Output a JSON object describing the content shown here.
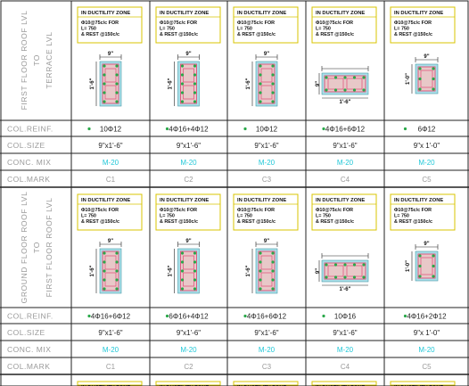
{
  "blocks": [
    {
      "level_label": [
        "FIRST FLOOR ROOF LVL",
        "TO",
        "TERRACE LVL"
      ],
      "columns": [
        {
          "zone_title": "IN DUCTILITY ZONE",
          "note": [
            "Φ10@75c/c FOR",
            "L= 750",
            "& REST @150c/c"
          ],
          "width": "9\"",
          "depth": "1'-6\"",
          "orientation": "vertical",
          "reinf": "10Φ12",
          "size": "9\"x1'-6\"",
          "mix": "M-20",
          "mark": "C1"
        },
        {
          "zone_title": "IN DUCTILITY ZONE",
          "note": [
            "Φ10@75c/c FOR",
            "L= 750",
            "& REST @150c/c"
          ],
          "width": "9\"",
          "depth": "1'-6\"",
          "orientation": "vertical",
          "reinf": "4Φ16+4Φ12",
          "size": "9\"x1'-6\"",
          "mix": "M-20",
          "mark": "C2"
        },
        {
          "zone_title": "IN DUCTILITY ZONE",
          "note": [
            "Φ10@75c/c FOR",
            "L= 750",
            "& REST @150c/c"
          ],
          "width": "9\"",
          "depth": "1'-6\"",
          "orientation": "vertical",
          "reinf": "10Φ12",
          "size": "9\"x1'-6\"",
          "mix": "M-20",
          "mark": "C3"
        },
        {
          "zone_title": "IN DUCTILITY ZONE",
          "note": [
            "Φ10@75c/c FOR",
            "L= 750",
            "& REST @150c/c"
          ],
          "width": "9\"",
          "depth": "1'-6\"",
          "orientation": "horizontal",
          "reinf": "4Φ16+6Φ12",
          "size": "9\"x1'-6\"",
          "mix": "M-20",
          "mark": "C4"
        },
        {
          "zone_title": "IN DUCTILITY ZONE",
          "note": [
            "Φ10@75c/c FOR",
            "L= 750",
            "& REST @150c/c"
          ],
          "width": "9\"",
          "depth": "1'-0\"",
          "orientation": "small",
          "reinf": "6Φ12",
          "size": "9\"x 1'-0\"",
          "mix": "M-20",
          "mark": "C5"
        }
      ]
    },
    {
      "level_label": [
        "GROUND FLOOR ROOF LVL",
        "TO",
        "FIRST FLOOR ROOF LVL"
      ],
      "columns": [
        {
          "zone_title": "IN DUCTILITY ZONE",
          "note": [
            "Φ10@75c/c FOR",
            "L= 750",
            "& REST @150c/c"
          ],
          "width": "9\"",
          "depth": "1'-6\"",
          "orientation": "vertical",
          "reinf": "4Φ16+6Φ12",
          "size": "9\"x1'-6\"",
          "mix": "M-20",
          "mark": "C1"
        },
        {
          "zone_title": "IN DUCTILITY ZONE",
          "note": [
            "Φ10@75c/c FOR",
            "L= 750",
            "& REST @150c/c"
          ],
          "width": "9\"",
          "depth": "1'-6\"",
          "orientation": "vertical",
          "reinf": "6Φ16+4Φ12",
          "size": "9\"x1'-6\"",
          "mix": "M-20",
          "mark": "C2"
        },
        {
          "zone_title": "IN DUCTILITY ZONE",
          "note": [
            "Φ10@75c/c FOR",
            "L= 750",
            "& REST @150c/c"
          ],
          "width": "9\"",
          "depth": "1'-6\"",
          "orientation": "vertical",
          "reinf": "4Φ16+6Φ12",
          "size": "9\"x1'-6\"",
          "mix": "M-20",
          "mark": "C3"
        },
        {
          "zone_title": "IN DUCTILITY ZONE",
          "note": [
            "Φ10@75c/c FOR",
            "L= 750",
            "& REST @150c/c"
          ],
          "width": "9\"",
          "depth": "1'-6\"",
          "orientation": "horizontal",
          "reinf": "10Φ16",
          "size": "9\"x1'-6\"",
          "mix": "M-20",
          "mark": "C4"
        },
        {
          "zone_title": "IN DUCTILITY ZONE",
          "note": [
            "Φ10@75c/c FOR",
            "L= 750",
            "& REST @150c/c"
          ],
          "width": "9\"",
          "depth": "1'-0\"",
          "orientation": "small",
          "reinf": "4Φ16+2Φ12",
          "size": "9\"x 1'-0\"",
          "mix": "M-20",
          "mark": "C5"
        }
      ]
    },
    {
      "level_label": [],
      "columns": [
        {
          "zone_title": "IN DUCTILITY ZONE"
        },
        {
          "zone_title": "IN DUCTILITY ZONE"
        },
        {
          "zone_title": "IN DUCTILITY ZONE"
        },
        {
          "zone_title": "IN DUCTILITY ZONE"
        },
        {
          "zone_title": "IN DUCTILITY ZONE"
        }
      ]
    }
  ],
  "row_labels": {
    "reinf": "COL.REINF.",
    "size": "COL.SIZE",
    "mix": "CONC. MIX",
    "mark": "COL.MARK"
  },
  "colors": {
    "grid": "#222222",
    "label": "#9a9a9a",
    "cyan": "#22c8d8",
    "zone_border": "#d8c400",
    "column_fill": "#a8dfe8",
    "hoop": "#e05a80",
    "inner": "#e8c8c8",
    "bar": "#2aa84a",
    "dim": "#222222"
  }
}
